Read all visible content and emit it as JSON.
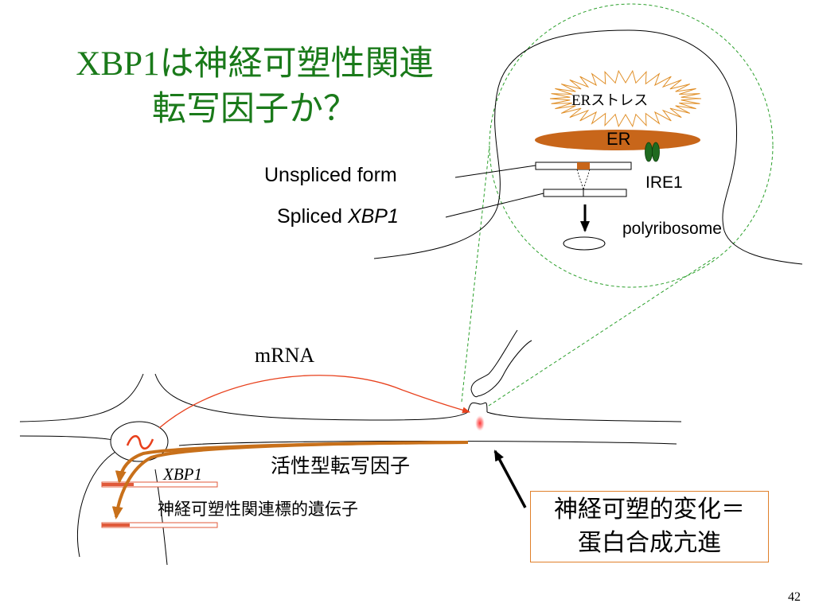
{
  "slide": {
    "title_xbp1": "XBP1",
    "title_line1_rest": "は神経可塑性関連",
    "title_line2": "転写因子か？",
    "page_number": "42"
  },
  "labels": {
    "er_stress_er": "ER",
    "er_stress_kana": "ストレス",
    "er": "ER",
    "unspliced_form": "Unspliced form",
    "spliced_prefix": "Spliced ",
    "spliced_gene": "XBP1",
    "ire1": "IRE1",
    "polyribosome": "polyribosome",
    "mrna": "mRNA",
    "active_tf": "活性型転写因子",
    "xbp1_gene": "XBP1",
    "target_genes": "神経可塑性関連標的遺伝子",
    "note_line1": "神経可塑的変化＝",
    "note_line2": "蛋白合成亢進"
  },
  "colors": {
    "title": "#1a7a1a",
    "er_fill": "#c8661a",
    "ire1": "#1f6b1f",
    "zoom_circle": "#2ca02c",
    "mrna_arrow": "#e8401c",
    "tf_arrow": "#c8701a",
    "gene_bar": "#e05a3a",
    "note_border": "#e0802a"
  }
}
